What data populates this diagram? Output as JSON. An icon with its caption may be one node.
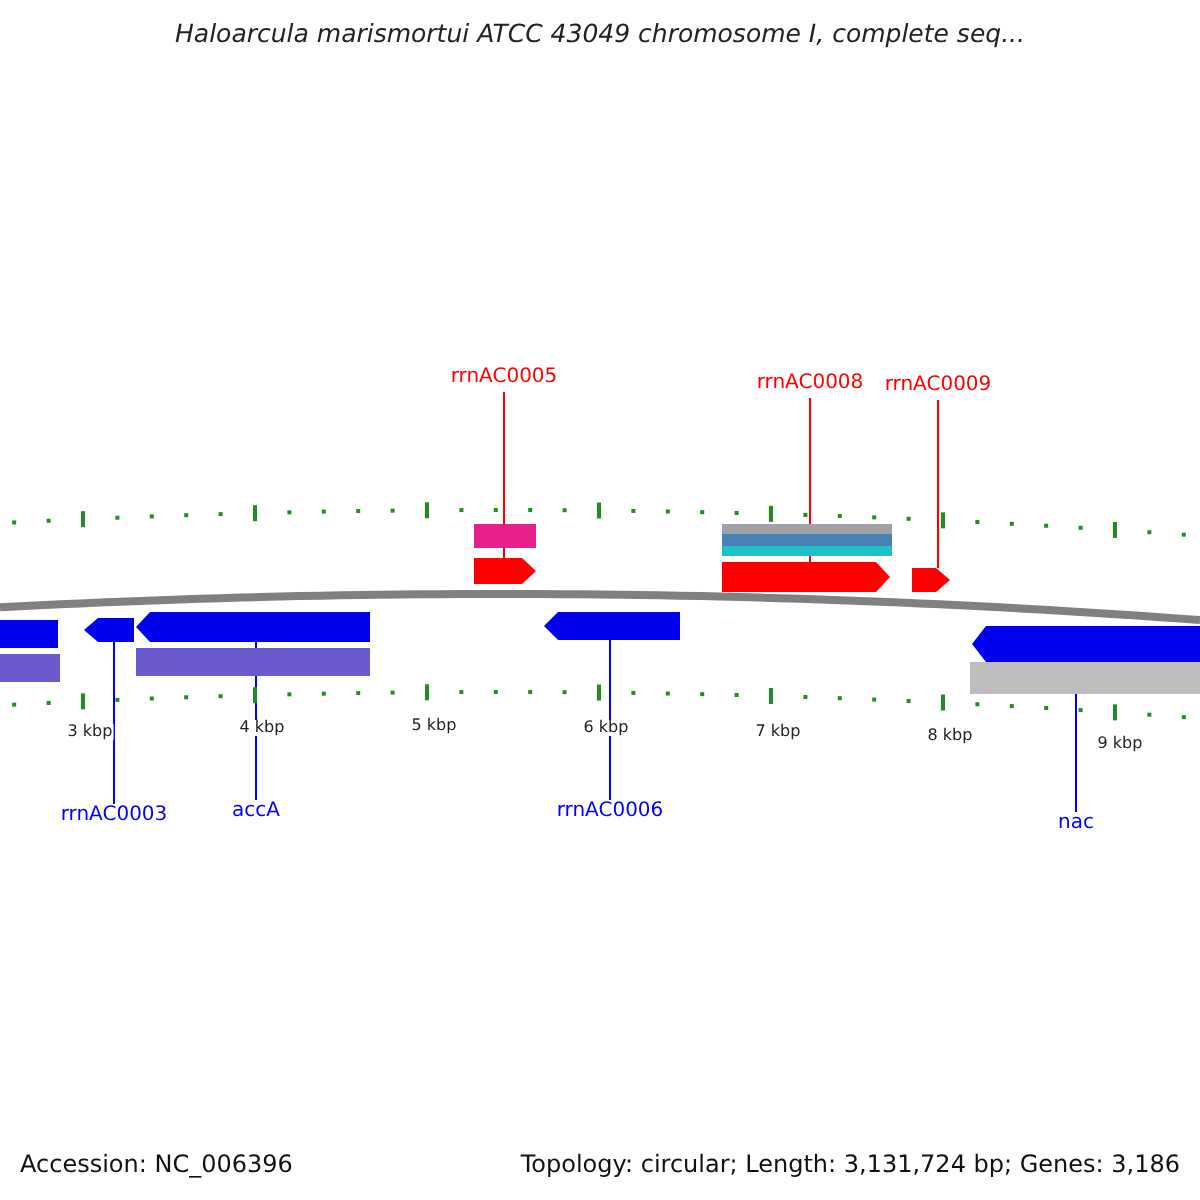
{
  "diagram": {
    "title": "Haloarcula marismortui ATCC 43049 chromosome I, complete seq...",
    "nodes": [
      {
        "text": [
          "rrnAC0005"
        ]
      },
      {
        "text": [
          "rrnAC0008"
        ]
      },
      {
        "text": [
          "rrnAC0009"
        ]
      },
      {
        "text": [
          "rrnAC0003"
        ]
      },
      {
        "text": [
          "accA"
        ]
      },
      {
        "text": [
          "rrnAC0006"
        ]
      },
      {
        "text": [
          "nac"
        ]
      },
      {
        "text": [],
        "shape": "bar"
      },
      {
        "text": [],
        "shape": "bar"
      },
      {
        "text": [],
        "shape": "bar"
      },
      {
        "text": [],
        "shape": "bar"
      },
      {
        "text": [],
        "shape": "bar"
      },
      {
        "text": [],
        "shape": "bar"
      },
      {
        "text": [],
        "shape": "bar"
      }
    ],
    "edges": [
      {
        "from": 0,
        "to": 7,
        "arrow": "none",
        "color": "#ff0000"
      },
      {
        "from": 1,
        "to": 8,
        "arrow": "none",
        "color": "#ff0000"
      },
      {
        "from": 2,
        "to": 9,
        "arrow": "none",
        "color": "#ff0000"
      },
      {
        "from": 3,
        "to": 10,
        "arrow": "none",
        "color": "#0000ff"
      },
      {
        "from": 4,
        "to": 11,
        "arrow": "none",
        "color": "#0000ff"
      },
      {
        "from": 5,
        "to": 12,
        "arrow": "none",
        "color": "#0000ff"
      },
      {
        "from": 6,
        "to": 13,
        "arrow": "none",
        "color": "#0000ff"
      }
    ],
    "labels": [
      "3 kbp",
      "4 kbp",
      "5 kbp",
      "6 kbp",
      "7 kbp",
      "8 kbp",
      "9 kbp",
      "Accession: NC_006396",
      "Topology: circular; Length: 3,131,724 bp; Genes: 3,186"
    ]
  }
}
